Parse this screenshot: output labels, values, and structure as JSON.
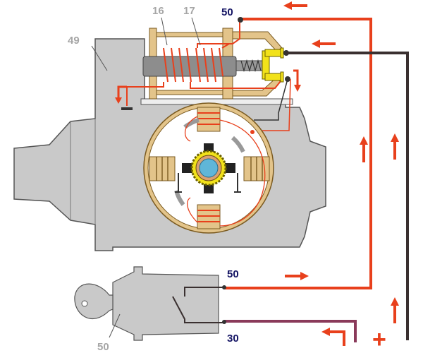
{
  "labels": {
    "part_16": "16",
    "part_17": "17",
    "part_49": "49",
    "terminal_50_top": "50",
    "terminal_50_switch": "50",
    "terminal_30": "30",
    "ignition_switch": "50",
    "battery_plus": "+"
  },
  "colors": {
    "housing": "#c9c9c9",
    "brass": "#e3c48a",
    "coil_red": "#e8401c",
    "ground_wire": "#3a3030",
    "feed_wire": "#8a3a5a",
    "terminal_yellow": "#f2e21a",
    "shaft_blue": "#5fb6d8"
  }
}
